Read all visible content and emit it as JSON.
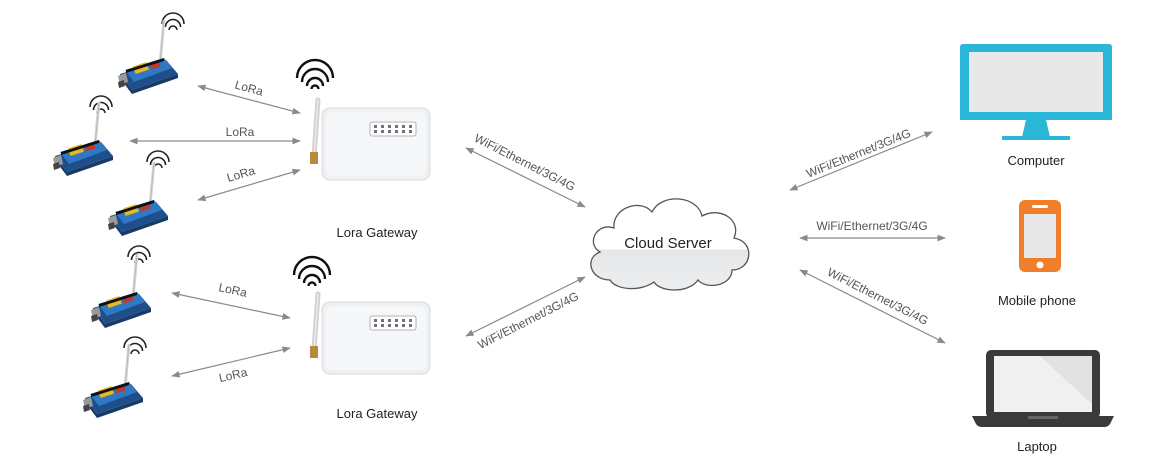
{
  "gateways": [
    {
      "label": "Lora Gateway"
    },
    {
      "label": "Lora Gateway"
    }
  ],
  "cloud": {
    "label": "Cloud Server"
  },
  "lora_links": [
    {
      "label": "LoRa"
    },
    {
      "label": "LoRa"
    },
    {
      "label": "LoRa"
    },
    {
      "label": "LoRa"
    },
    {
      "label": "LoRa"
    }
  ],
  "uplinks": [
    {
      "label": "WiFi/Ethernet/3G/4G"
    },
    {
      "label": "WiFi/Ethernet/3G/4G"
    }
  ],
  "client_links": [
    {
      "label": "WiFi/Ethernet/3G/4G"
    },
    {
      "label": "WiFi/Ethernet/3G/4G"
    },
    {
      "label": "WiFi/Ethernet/3G/4G"
    }
  ],
  "devices": [
    {
      "label": "Computer",
      "icon": "computer-icon"
    },
    {
      "label": "Mobile phone",
      "icon": "mobile-phone-icon"
    },
    {
      "label": "Laptop",
      "icon": "laptop-icon"
    }
  ],
  "sensor_nodes": [
    {
      "icon": "lora-node-icon"
    },
    {
      "icon": "lora-node-icon"
    },
    {
      "icon": "lora-node-icon"
    },
    {
      "icon": "lora-node-icon"
    },
    {
      "icon": "lora-node-icon"
    }
  ],
  "colors": {
    "screen": "#29b6d8",
    "phone": "#f07f2b",
    "arrow": "#8a8a8a",
    "gateway_body": "#f3f4f5",
    "board_blue": "#2463a8",
    "board_red": "#c0392b",
    "board_yellow": "#e8b923"
  }
}
